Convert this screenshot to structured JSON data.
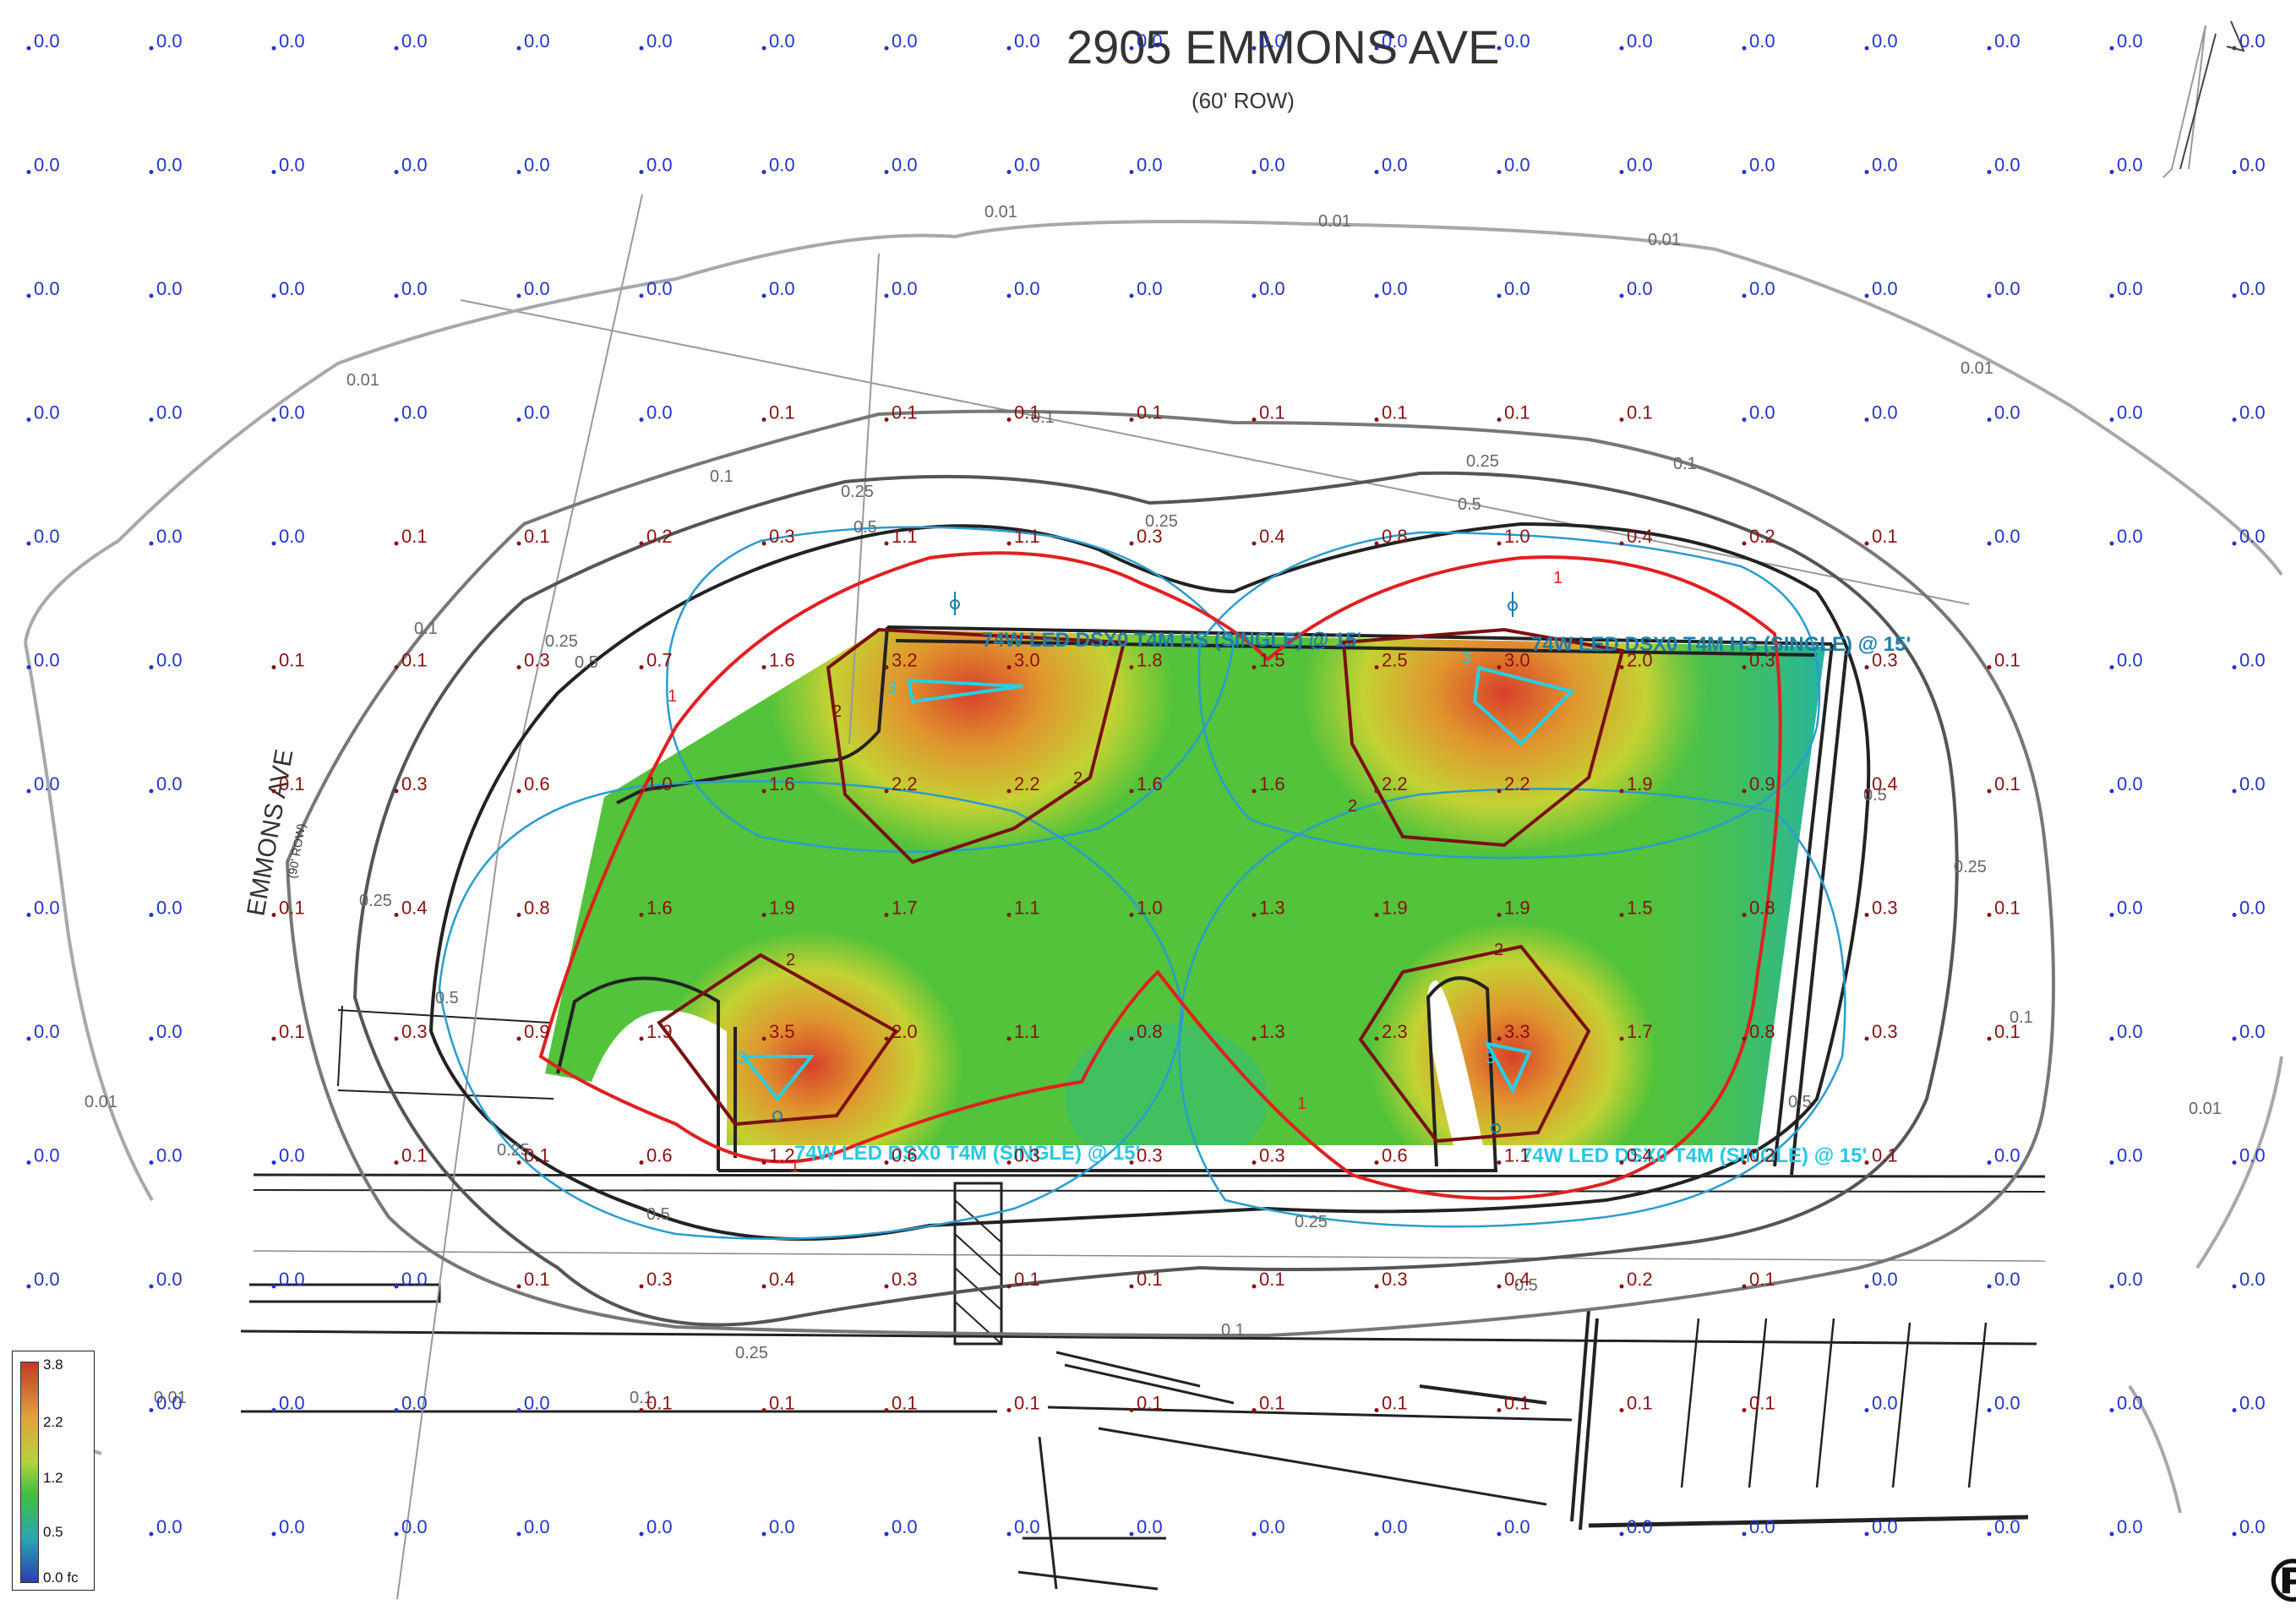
{
  "street_title": "2905 EMMONS AVE",
  "street_row": "(60' ROW)",
  "side_street": "EMMONS AVE",
  "side_street_sub": "(90' ROW)",
  "fixture_labels": [
    "74W LED DSX0 T4M HS (SINGLE) @ 15'",
    "74W LED DSX0 T4M HS (SINGLE) @ 15'",
    "74W LED DSX0 T4M (SINGLE) @ 15'",
    "74W LED DSX0 T4M (SINGLE) @ 15'"
  ],
  "legend": {
    "ticks": [
      "3.8",
      "2.2",
      "1.2",
      "0.5",
      "0.0 fc"
    ]
  },
  "grid_rows": [
    [
      "0.0",
      "0.0",
      "0.0",
      "0.0",
      "0.0",
      "0.0",
      "0.0",
      "0.0",
      "0.0",
      "0.0",
      "0.0",
      "0.0",
      "0.0",
      "0.0",
      "0.0",
      "0.0",
      "0.0",
      "0.0",
      "0.0"
    ],
    [
      "0.0",
      "0.0",
      "0.0",
      "0.0",
      "0.0",
      "0.0",
      "0.0",
      "0.0",
      "0.0",
      "0.0",
      "0.0",
      "0.0",
      "0.0",
      "0.0",
      "0.0",
      "0.0",
      "0.0",
      "0.0",
      "0.0"
    ],
    [
      "0.0",
      "0.0",
      "0.0",
      "0.0",
      "0.0",
      "0.0",
      "0.0",
      "0.0",
      "0.0",
      "0.0",
      "0.0",
      "0.0",
      "0.0",
      "0.0",
      "0.0",
      "0.0",
      "0.0",
      "0.0",
      "0.0"
    ],
    [
      "0.0",
      "0.0",
      "0.0",
      "0.0",
      "0.0",
      "0.0",
      "0.1",
      "0.1",
      "0.1",
      "0.1",
      "0.1",
      "0.1",
      "0.1",
      "0.1",
      "0.0",
      "0.0",
      "0.0",
      "0.0",
      "0.0"
    ],
    [
      "0.0",
      "0.0",
      "0.0",
      "0.1",
      "0.1",
      "0.2",
      "0.3",
      "1.1",
      "1.1",
      "0.3",
      "0.4",
      "0.8",
      "1.0",
      "0.4",
      "0.2",
      "0.1",
      "0.0",
      "0.0",
      "0.0"
    ],
    [
      "0.0",
      "0.0",
      "0.1",
      "0.1",
      "0.3",
      "0.7",
      "1.6",
      "3.2",
      "3.0",
      "1.8",
      "1.5",
      "2.5",
      "3.0",
      "2.0",
      "0.3",
      "0.3",
      "0.1",
      "0.0",
      "0.0"
    ],
    [
      "0.0",
      "0.0",
      "0.1",
      "0.3",
      "0.6",
      "1.0",
      "1.6",
      "2.2",
      "2.2",
      "1.6",
      "1.6",
      "2.2",
      "2.2",
      "1.9",
      "0.9",
      "0.4",
      "0.1",
      "0.0",
      "0.0"
    ],
    [
      "0.0",
      "0.0",
      "0.1",
      "0.4",
      "0.8",
      "1.6",
      "1.9",
      "1.7",
      "1.1",
      "1.0",
      "1.3",
      "1.9",
      "1.9",
      "1.5",
      "0.8",
      "0.3",
      "0.1",
      "0.0",
      "0.0"
    ],
    [
      "0.0",
      "0.0",
      "0.1",
      "0.3",
      "0.9",
      "1.9",
      "3.5",
      "2.0",
      "1.1",
      "0.8",
      "1.3",
      "2.3",
      "3.3",
      "1.7",
      "0.8",
      "0.3",
      "0.1",
      "0.0",
      "0.0"
    ],
    [
      "0.0",
      "0.0",
      "0.0",
      "0.1",
      "0.1",
      "0.6",
      "1.2",
      "0.6",
      "0.3",
      "0.3",
      "0.3",
      "0.6",
      "1.1",
      "0.4",
      "0.2",
      "0.1",
      "0.0",
      "0.0",
      "0.0"
    ],
    [
      "0.0",
      "0.0",
      "0.0",
      "0.0",
      "0.1",
      "0.3",
      "0.4",
      "0.3",
      "0.1",
      "0.1",
      "0.1",
      "0.3",
      "0.4",
      "0.2",
      "0.1",
      "0.0",
      "0.0",
      "0.0",
      "0.0"
    ],
    [
      "0.0",
      "0.0",
      "0.0",
      "0.0",
      "0.0",
      "0.1",
      "0.1",
      "0.1",
      "0.1",
      "0.1",
      "0.1",
      "0.1",
      "0.1",
      "0.1",
      "0.1",
      "0.0",
      "0.0",
      "0.0",
      "0.0"
    ],
    [
      "0.0",
      "0.0",
      "0.0",
      "0.0",
      "0.0",
      "0.0",
      "0.0",
      "0.0",
      "0.0",
      "0.0",
      "0.0",
      "0.0",
      "0.0",
      "0.0",
      "0.0",
      "0.0",
      "0.0",
      "0.0",
      "0.0"
    ]
  ],
  "contour_labels": [
    "0.01",
    "0.1",
    "0.25",
    "0.5",
    "1",
    "2",
    "3"
  ],
  "colors": {
    "zero_value": "#2233cc",
    "nonzero_value": "#8b1010",
    "contour_1": "#e02020",
    "contour_2": "#7a1010",
    "contour_03": "#2aa0d0",
    "fixture_text": "#1e7fa8"
  },
  "icons": [
    "north-arrow-icon",
    "logo-mark-icon"
  ]
}
